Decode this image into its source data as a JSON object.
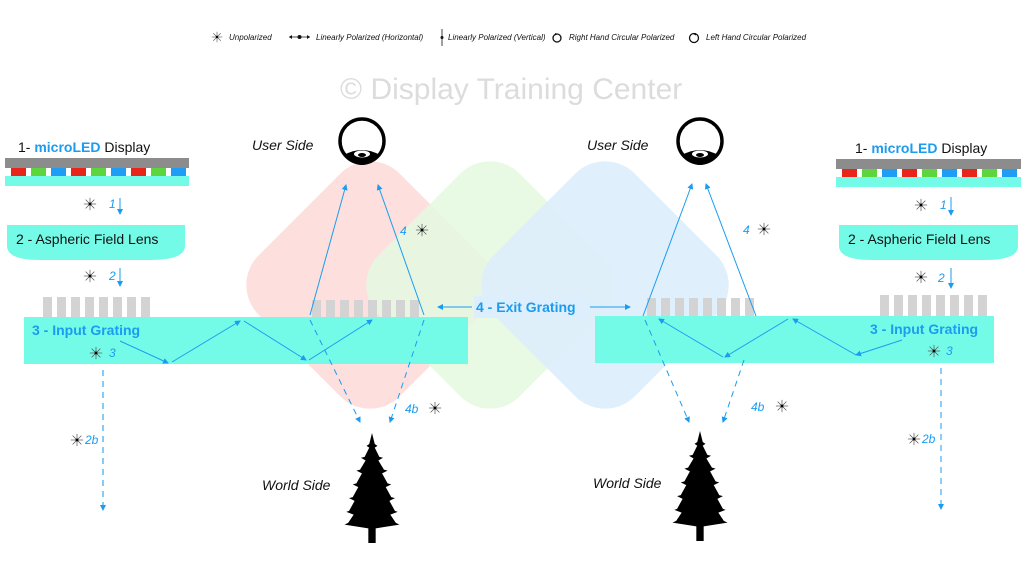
{
  "legend": {
    "items": [
      {
        "icon": "unpolarized-icon",
        "label": "Unpolarized"
      },
      {
        "icon": "linear-horizontal-icon",
        "label": "Linearly Polarized (Horizontal)"
      },
      {
        "icon": "linear-vertical-icon",
        "label": "Linearly Polarized (Vertical)"
      },
      {
        "icon": "rhc-polarized-icon",
        "label": "Right Hand Circular Polarized"
      },
      {
        "icon": "lhc-polarized-icon",
        "label": "Left Hand Circular Polarized"
      }
    ]
  },
  "watermark": "© Display Training Center",
  "colors": {
    "accent": "#1a9cf0",
    "waveguide": "#74fbe8",
    "grating": "#d3d3d3",
    "display_base": "#8c8c8c",
    "pixel_red": "#e8251b",
    "pixel_green": "#5cd63c",
    "pixel_blue": "#1f9cf3",
    "fov_red": "#fde0dd",
    "fov_green": "#e5f8e1",
    "fov_blue": "#ddeefc"
  },
  "left": {
    "display": {
      "prefix": "1- ",
      "highlight": "microLED",
      "suffix": " Display"
    },
    "pixels": [
      "red",
      "green",
      "blue",
      "red",
      "green",
      "blue",
      "red",
      "green",
      "blue"
    ],
    "step1": "1",
    "lens": "2 - Aspheric Field Lens",
    "step2": "2",
    "input_grating": "3 - Input Grating",
    "step3": "3",
    "step2b": "2b",
    "user_side": "User Side",
    "world_side": "World Side",
    "step4": "4",
    "step4b": "4b"
  },
  "center": {
    "exit_grating": "4 - Exit Grating"
  },
  "right": {
    "display": {
      "prefix": "1- ",
      "highlight": "microLED",
      "suffix": " Display"
    },
    "pixels": [
      "red",
      "green",
      "blue",
      "red",
      "green",
      "blue",
      "red",
      "green",
      "blue"
    ],
    "step1": "1",
    "lens": "2 - Aspheric Field Lens",
    "step2": "2",
    "input_grating": "3 - Input Grating",
    "step3": "3",
    "step2b": "2b",
    "user_side": "User Side",
    "world_side": "World Side",
    "step4": "4",
    "step4b": "4b"
  }
}
